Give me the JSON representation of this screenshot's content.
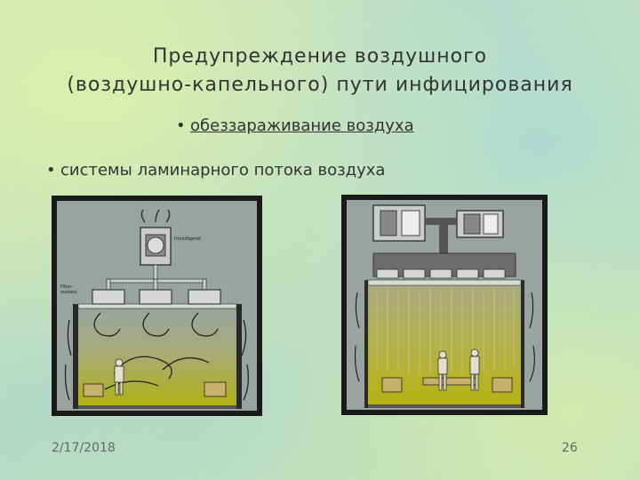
{
  "slide": {
    "title_line1": "Предупреждение воздушного",
    "title_line2": "(воздушно-капельного) пути инфицирования",
    "bullet1_marker": "•",
    "bullet1": "обеззараживание воздуха",
    "bullet2_marker": "•",
    "bullet2": "системы ламинарного потока воздуха",
    "date": "2/17/2018",
    "page_number": "26"
  },
  "figures": {
    "left_label_top": "Umluftgerät",
    "left_label_side_1": "Filter-",
    "left_label_side_2": "auslass"
  },
  "colors": {
    "frame": "#1a1a1a",
    "room_top": "#9aa49e",
    "room_bottom": "#a8ae16",
    "unit": "#c9ccc9"
  }
}
